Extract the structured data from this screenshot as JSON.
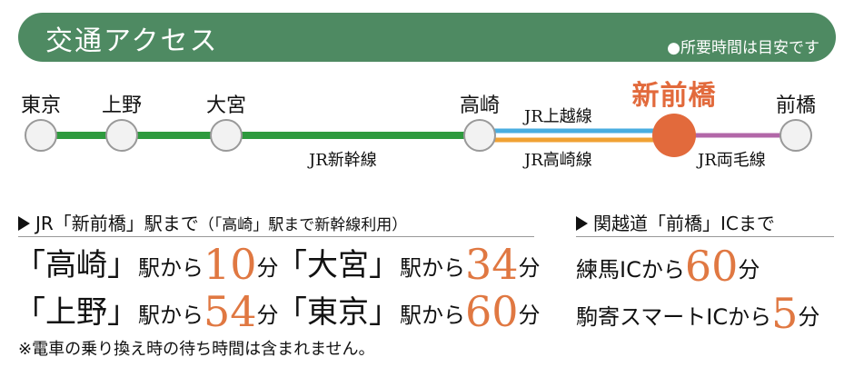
{
  "header": {
    "title": "交通アクセス",
    "note": "●所要時間は目安です"
  },
  "stations": [
    {
      "name": "東京"
    },
    {
      "name": "上野"
    },
    {
      "name": "大宮"
    },
    {
      "name": "高崎"
    },
    {
      "name": "新前橋",
      "highlight": true
    },
    {
      "name": "前橋"
    }
  ],
  "lines": {
    "shinkansen": "JR新幹線",
    "joetsu": "JR上越線",
    "takasaki": "JR高崎線",
    "ryomo": "JR両毛線"
  },
  "colors": {
    "header": "#4e8a62",
    "shinkansen": "#2e9a3e",
    "joetsu": "#4aaee0",
    "takasaki": "#f0a233",
    "ryomo": "#b267a8",
    "highlight": "#e26a3c",
    "number": "#e07842"
  },
  "train": {
    "heading": "JR「新前橋」駅まで",
    "heading_sub": "（「高崎」駅まで新幹線利用）",
    "items": [
      {
        "station": "「高崎」",
        "from": "駅から",
        "minutes": "10",
        "unit": "分"
      },
      {
        "station": "「大宮」",
        "from": "駅から",
        "minutes": "34",
        "unit": "分"
      },
      {
        "station": "「上野」",
        "from": "駅から",
        "minutes": "54",
        "unit": "分"
      },
      {
        "station": "「東京」",
        "from": "駅から",
        "minutes": "60",
        "unit": "分"
      }
    ],
    "note": "※電車の乗り換え時の待ち時間は含まれません。"
  },
  "car": {
    "heading": "関越道「前橋」ICまで",
    "items": [
      {
        "from": "練馬ICから",
        "minutes": "60",
        "unit": "分"
      },
      {
        "from": "駒寄スマートICから",
        "minutes": "5",
        "unit": "分"
      }
    ]
  }
}
